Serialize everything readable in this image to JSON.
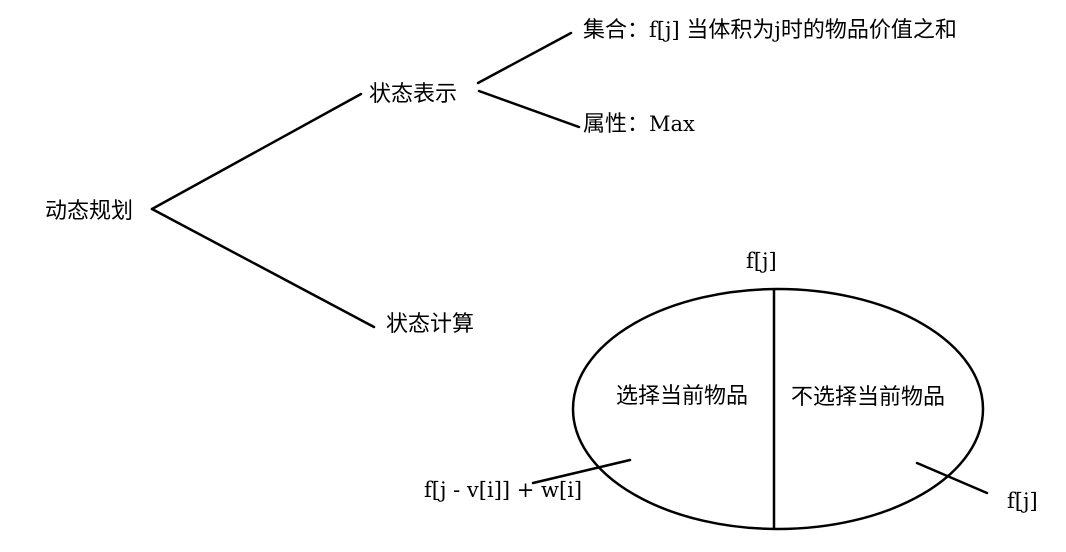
{
  "page": {
    "background_color": "#ffffff",
    "ink_color": "#000000"
  },
  "mindmap": {
    "root_label": "动态规划",
    "state_representation": {
      "label": "状态表示",
      "set_item": {
        "zh_prefix": "集合：",
        "formula": "f[j] ",
        "zh_mid": "当体积为",
        "var": "j",
        "zh_suffix": "时的物品价值之和"
      },
      "attr_item": {
        "zh_prefix": "属性：",
        "value": "Max"
      }
    },
    "state_computation": {
      "label": "状态计算",
      "venn": {
        "top_label": "f[j]",
        "left_region_label": "选择当前物品",
        "right_region_label": "不选择当前物品",
        "left_value_label": "f[j - v[i]] + w[i]",
        "right_value_label": "f[j]"
      }
    }
  }
}
